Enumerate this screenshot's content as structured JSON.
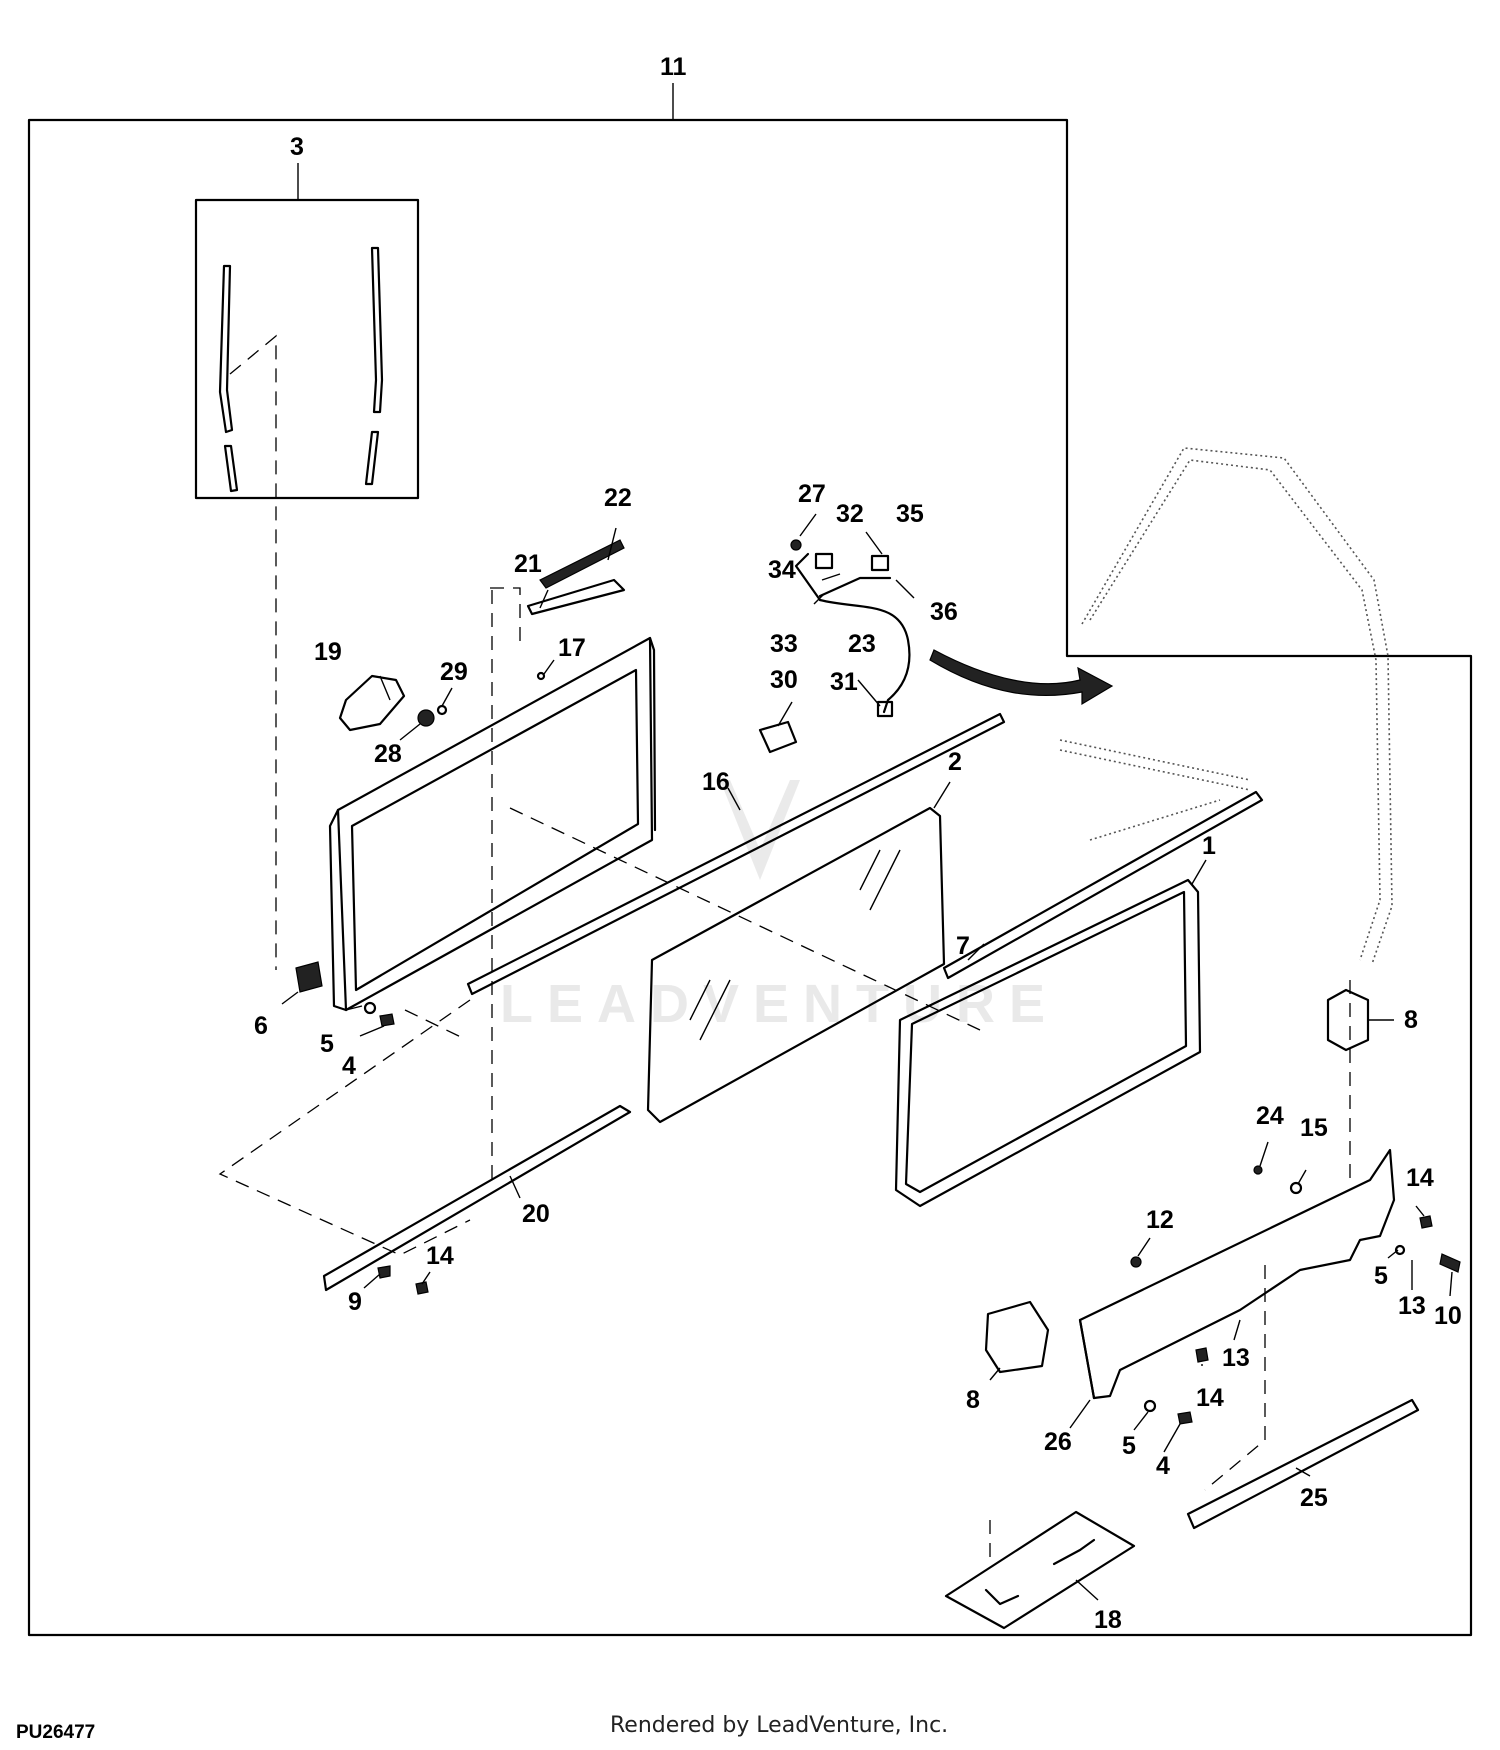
{
  "figure_id": "PU26477",
  "credit": "Rendered by LeadVenture, Inc.",
  "watermark": "LEADVENTURE",
  "callouts": {
    "c11": "11",
    "c3": "3",
    "c22": "22",
    "c21": "21",
    "c19": "19",
    "c29": "29",
    "c17": "17",
    "c28": "28",
    "c27": "27",
    "c32": "32",
    "c35": "35",
    "c34": "34",
    "c36": "36",
    "c33": "33",
    "c23": "23",
    "c30": "30",
    "c31": "31",
    "c16": "16",
    "c2": "2",
    "c1": "1",
    "c7": "7",
    "c8a": "8",
    "c8b": "8",
    "c6": "6",
    "c5a": "5",
    "c4a": "4",
    "c24": "24",
    "c15": "15",
    "c14a": "14",
    "c14b": "14",
    "c14c": "14",
    "c12": "12",
    "c5b": "5",
    "c13a": "13",
    "c10": "10",
    "c13b": "13",
    "c20": "20",
    "c9": "9",
    "c26": "26",
    "c5c": "5",
    "c4b": "4",
    "c25": "25",
    "c18": "18"
  }
}
